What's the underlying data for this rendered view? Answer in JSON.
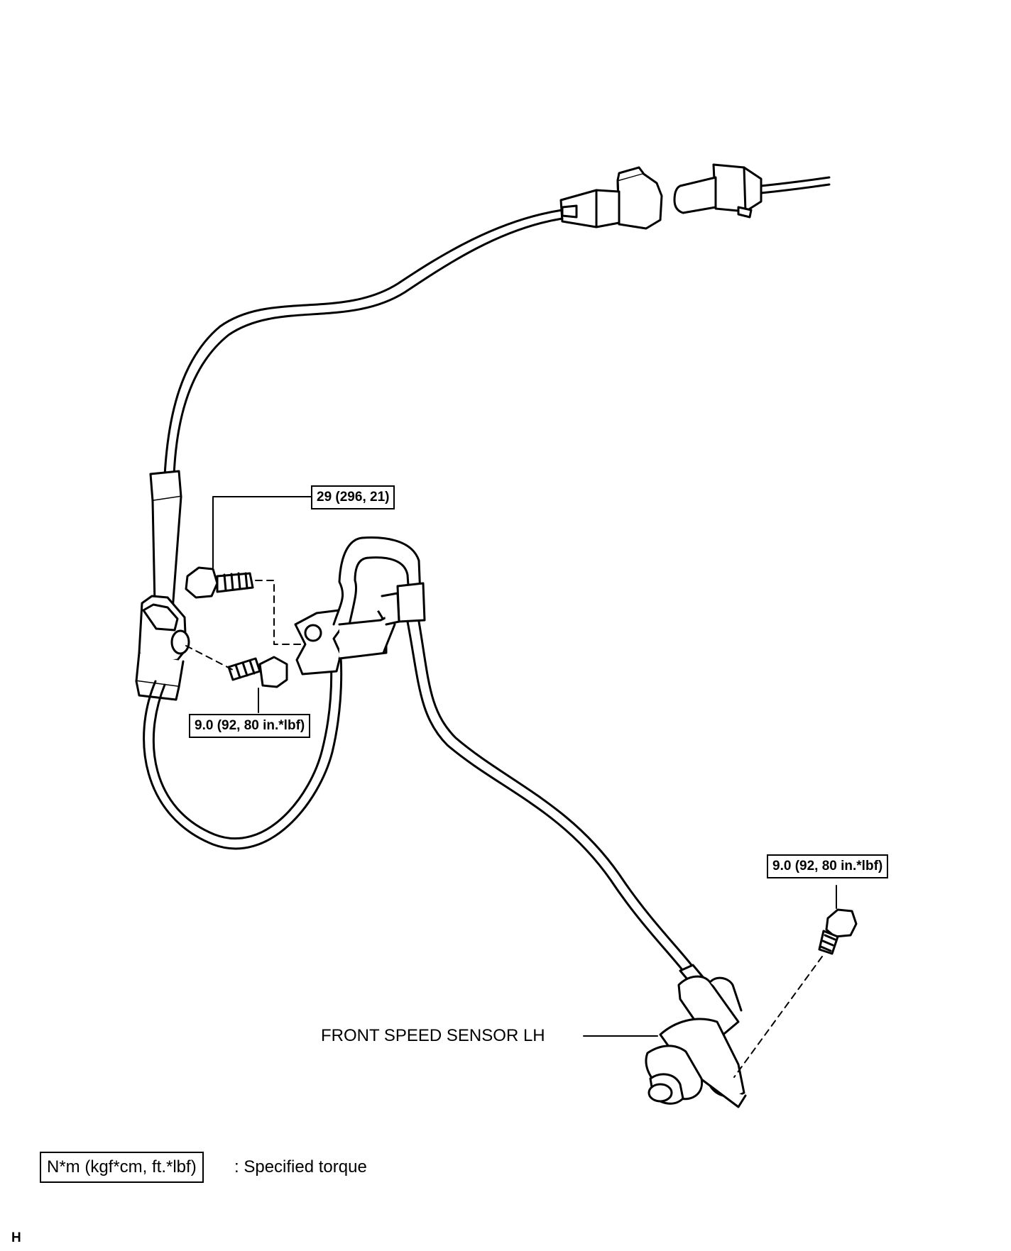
{
  "callouts": {
    "bracket_bolt_upper": "29 (296, 21)",
    "bracket_bolt_lower": "9.0 (92, 80 in.*lbf)",
    "sensor_bolt": "9.0 (92, 80 in.*lbf)"
  },
  "part_label": "FRONT SPEED SENSOR LH",
  "legend": {
    "box_text": "N*m (kgf*cm, ft.*lbf)",
    "description": ": Specified torque"
  },
  "page_mark": "H"
}
